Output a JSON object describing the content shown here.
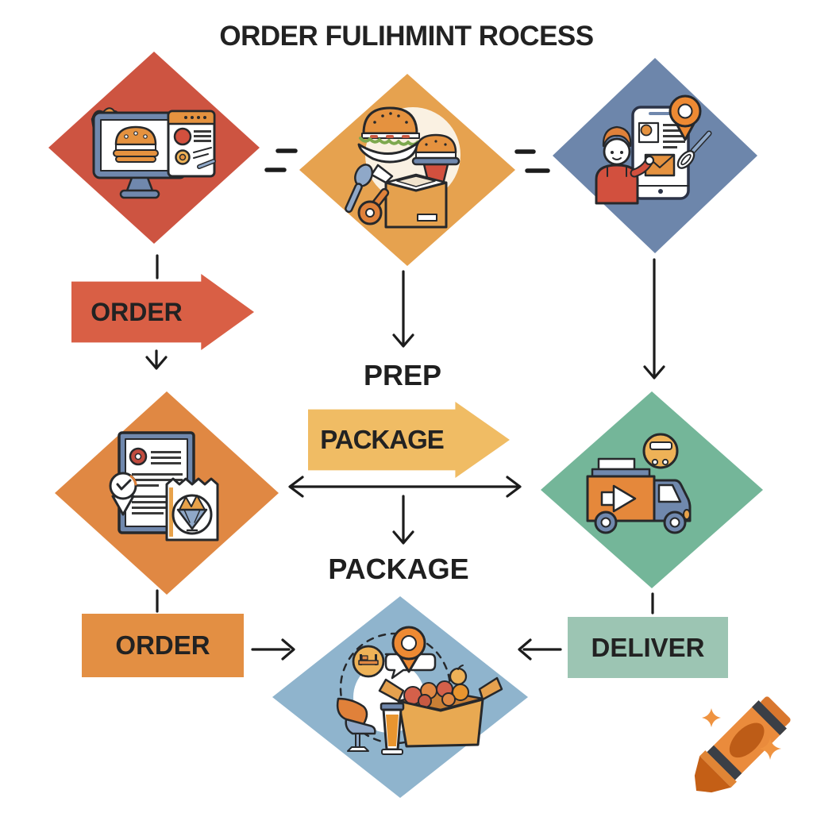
{
  "title": "ORDER FULIHMINT ROCESS",
  "labels": {
    "order_arrow": "ORDER",
    "prep": "PREP",
    "package_arrow": "PACKAGE",
    "package": "PACKAGE",
    "order_box": "ORDER",
    "deliver_box": "DELIVER"
  },
  "icons": {
    "browse": "computer-burger-menu-icon",
    "prep": "burgers-and-box-icon",
    "notify": "phone-order-notification-icon",
    "details": "order-clipboard-receipt-icon",
    "truck": "delivery-truck-icon",
    "delivered": "food-box-delivered-icon",
    "decoration": "crayon-icon"
  },
  "colors": {
    "diamond_red": "#cd5441",
    "diamond_yellow": "#e6a24f",
    "diamond_blue": "#6d86ab",
    "diamond_orange": "#e08843",
    "diamond_green": "#74b699",
    "diamond_lightblue": "#8fb4cd",
    "arrow_red": "#d95f45",
    "arrow_yellow": "#f0bc64",
    "box_orange": "#e38f43",
    "box_green": "#9cc5b3",
    "connector": "#1c1c1c",
    "crayon_orange": "#ea8b3c",
    "sparkle_orange": "#ef9340"
  }
}
